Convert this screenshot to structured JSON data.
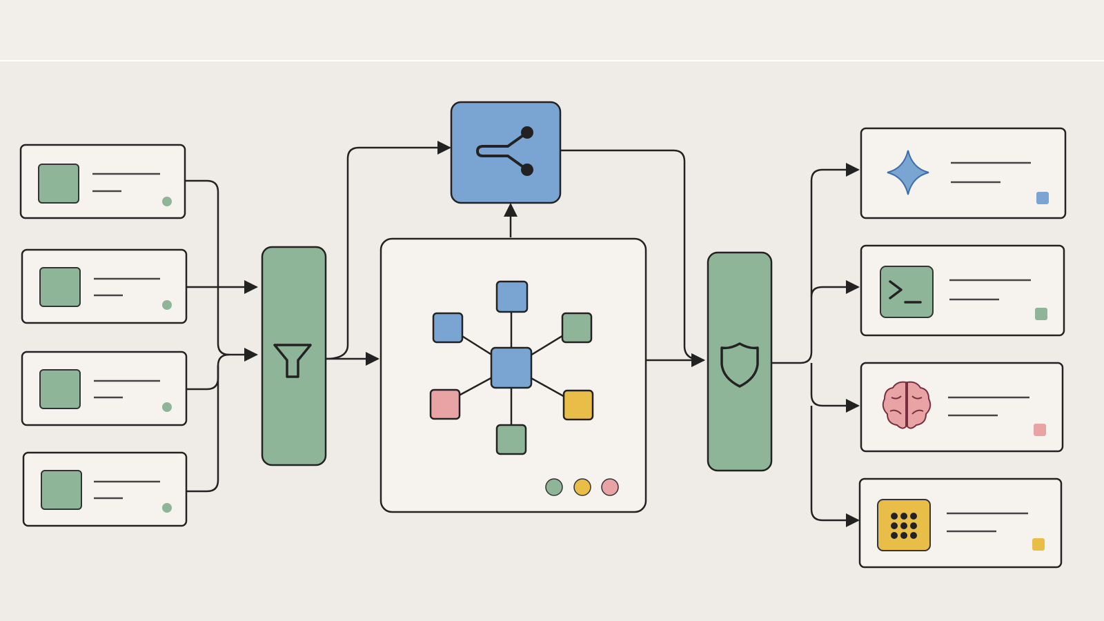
{
  "colors": {
    "background": "#efebe6",
    "card": "#f6f3ef",
    "outline": "#222222",
    "green": "#8fb598",
    "blue": "#7aa5d3",
    "pink": "#e8a4a4",
    "yellow": "#e9be48",
    "line": "#4a4a4a"
  },
  "inputs": [
    {
      "name": "input-source-1",
      "icon": "green-square-icon",
      "status": "#8fb598"
    },
    {
      "name": "input-source-2",
      "icon": "green-square-icon",
      "status": "#8fb598"
    },
    {
      "name": "input-source-3",
      "icon": "green-square-icon",
      "status": "#8fb598"
    },
    {
      "name": "input-source-4",
      "icon": "green-square-icon",
      "status": "#8fb598"
    }
  ],
  "filter": {
    "icon": "filter-funnel-icon",
    "color": "#8fb598"
  },
  "router": {
    "icon": "share-branch-icon",
    "color": "#7aa5d3"
  },
  "core": {
    "icon": "network-hub-icon",
    "nodes": [
      {
        "name": "hub-node-center",
        "color": "#7aa5d3"
      },
      {
        "name": "hub-node-top",
        "color": "#7aa5d3"
      },
      {
        "name": "hub-node-top-left",
        "color": "#7aa5d3"
      },
      {
        "name": "hub-node-top-right",
        "color": "#8fb598"
      },
      {
        "name": "hub-node-bottom-left",
        "color": "#e8a4a4"
      },
      {
        "name": "hub-node-bottom-right",
        "color": "#e9be48"
      },
      {
        "name": "hub-node-bottom",
        "color": "#8fb598"
      }
    ],
    "status_dots": [
      "#8fb598",
      "#e9be48",
      "#e8a4a4"
    ]
  },
  "guard": {
    "icon": "shield-icon",
    "color": "#8fb598"
  },
  "outputs": [
    {
      "name": "output-spark",
      "icon": "sparkle-icon",
      "status": "#7aa5d3"
    },
    {
      "name": "output-terminal",
      "icon": "terminal-icon",
      "status": "#8fb598"
    },
    {
      "name": "output-brain",
      "icon": "brain-icon",
      "status": "#e8a4a4"
    },
    {
      "name": "output-apps",
      "icon": "app-grid-icon",
      "status": "#e9be48"
    }
  ]
}
